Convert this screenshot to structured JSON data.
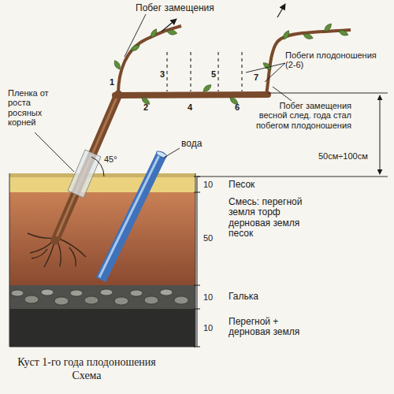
{
  "diagram": {
    "caption": "Куст 1-го года плодоношения Схема",
    "labels": [
      "Побег замещения",
      "Пленка от роста росяных корней",
      "1",
      "3",
      "5",
      "7",
      "Побеги плодоношения (2-6)",
      "2",
      "4",
      "6",
      "вода",
      "Побег замещения весной след. года стал побегом плодоношения",
      "50см÷100см",
      "45°",
      "10",
      "Песок",
      "Смесь: перегной земля торф дерновая земля песок",
      "50",
      "10",
      "Галька",
      "10",
      "Перегной + дерновая земля"
    ]
  }
}
